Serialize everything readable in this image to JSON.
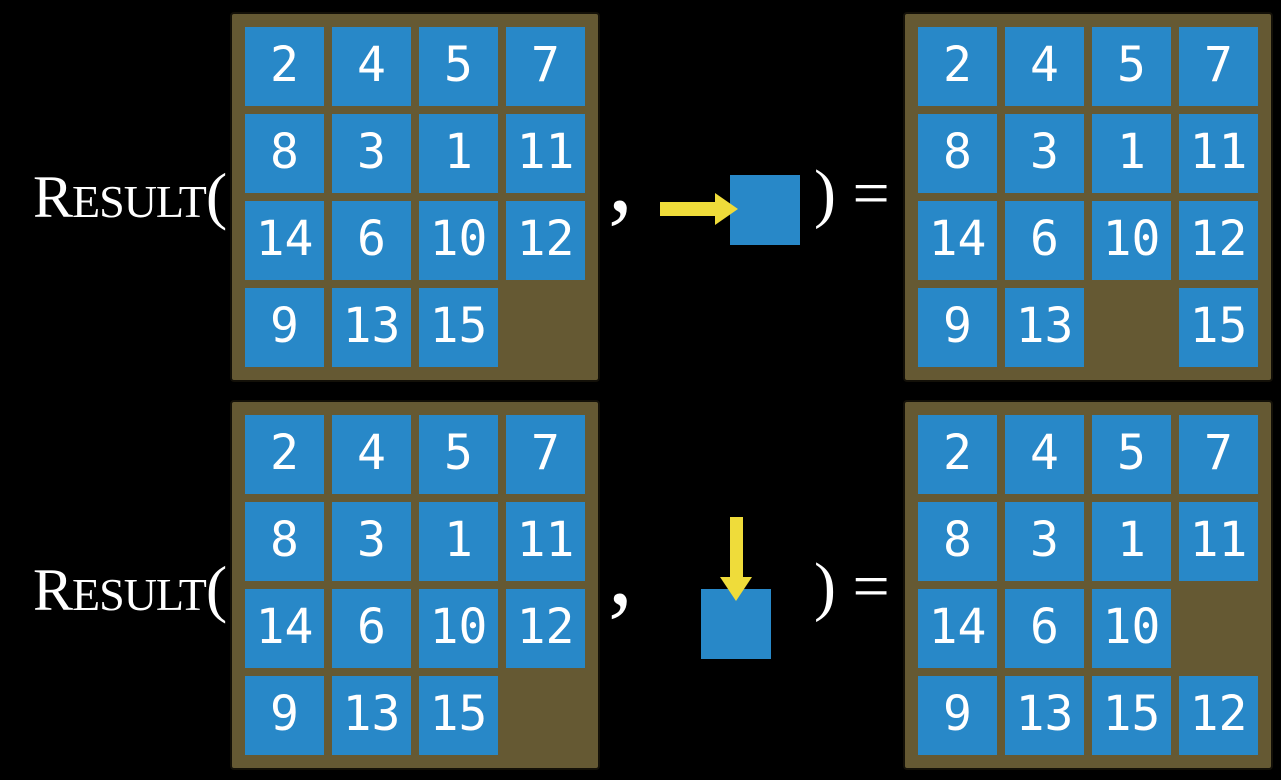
{
  "colors": {
    "background": "#000000",
    "board": "#655933",
    "board_border": "#131008",
    "tile": "#2888c8",
    "tile_text": "#ffffff",
    "arrow": "#efdc3a",
    "label_text": "#ffffff"
  },
  "function": {
    "name_initial": "R",
    "name_rest": "ESULT",
    "open_paren": "(",
    "comma": ",",
    "close_equals": ") ="
  },
  "icons": {
    "example_1_action": "right-arrow-icon",
    "example_2_action": "down-arrow-icon"
  },
  "examples": [
    {
      "action": "move-right",
      "input_grid": [
        [
          2,
          4,
          5,
          7
        ],
        [
          8,
          3,
          1,
          11
        ],
        [
          14,
          6,
          10,
          12
        ],
        [
          9,
          13,
          15,
          null
        ]
      ],
      "output_grid": [
        [
          2,
          4,
          5,
          7
        ],
        [
          8,
          3,
          1,
          11
        ],
        [
          14,
          6,
          10,
          12
        ],
        [
          9,
          13,
          null,
          15
        ]
      ]
    },
    {
      "action": "move-down",
      "input_grid": [
        [
          2,
          4,
          5,
          7
        ],
        [
          8,
          3,
          1,
          11
        ],
        [
          14,
          6,
          10,
          12
        ],
        [
          9,
          13,
          15,
          null
        ]
      ],
      "output_grid": [
        [
          2,
          4,
          5,
          7
        ],
        [
          8,
          3,
          1,
          11
        ],
        [
          14,
          6,
          10,
          null
        ],
        [
          9,
          13,
          15,
          12
        ]
      ]
    }
  ]
}
